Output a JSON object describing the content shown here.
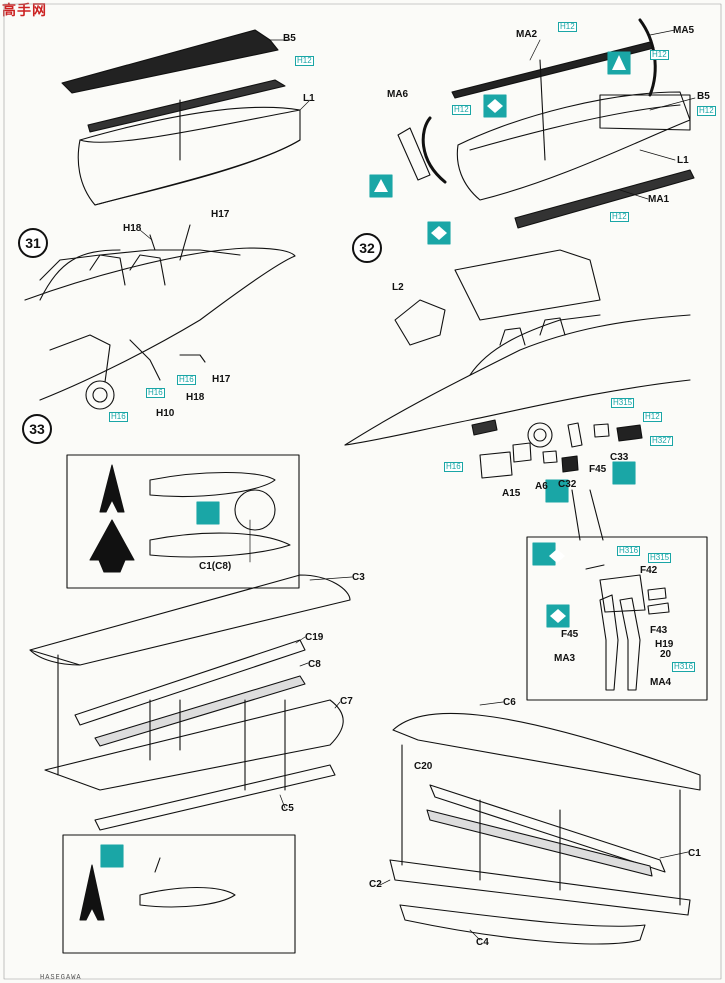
{
  "watermark": "高手网",
  "steps": {
    "s31": "31",
    "s32": "32",
    "s33": "33"
  },
  "labels": {
    "b5_a": "B5",
    "l1_a": "L1",
    "ma2": "MA2",
    "ma5": "MA5",
    "ma6": "MA6",
    "b5_b": "B5",
    "l1_b": "L1",
    "ma1": "MA1",
    "h18_a": "H18",
    "h17_a": "H17",
    "h17_b": "H17",
    "h18_b": "H18",
    "h10": "H10",
    "l2": "L2",
    "f45_a": "F45",
    "c33": "C33",
    "a15": "A15",
    "a6": "A6",
    "c32": "C32",
    "c3": "C3",
    "c19": "C19",
    "c8": "C8",
    "c7": "C7",
    "c5": "C5",
    "c1c8": "C1(C8)",
    "f42": "F42",
    "f45_b": "F45",
    "f43": "F43",
    "h1920": "H19",
    "n20": "20",
    "ma3": "MA3",
    "ma4": "MA4",
    "c6": "C6",
    "c20": "C20",
    "c1": "C1",
    "c2": "C2",
    "c4": "C4"
  },
  "paint": {
    "p1": "H12",
    "p2": "H12",
    "p3": "H12",
    "p4": "H12",
    "p5": "H12",
    "p6": "H12",
    "p7": "H16",
    "p8": "H16",
    "p9": "H16",
    "p10": "H315",
    "p11": "H12",
    "p12": "H327",
    "p13": "H16",
    "p14": "H316",
    "p15": "H315",
    "p16": "H316"
  },
  "footer": "HASEGAWA",
  "colors": {
    "ink": "#111111",
    "teal": "#1aa6a6",
    "paper": "#fbfbf8"
  }
}
